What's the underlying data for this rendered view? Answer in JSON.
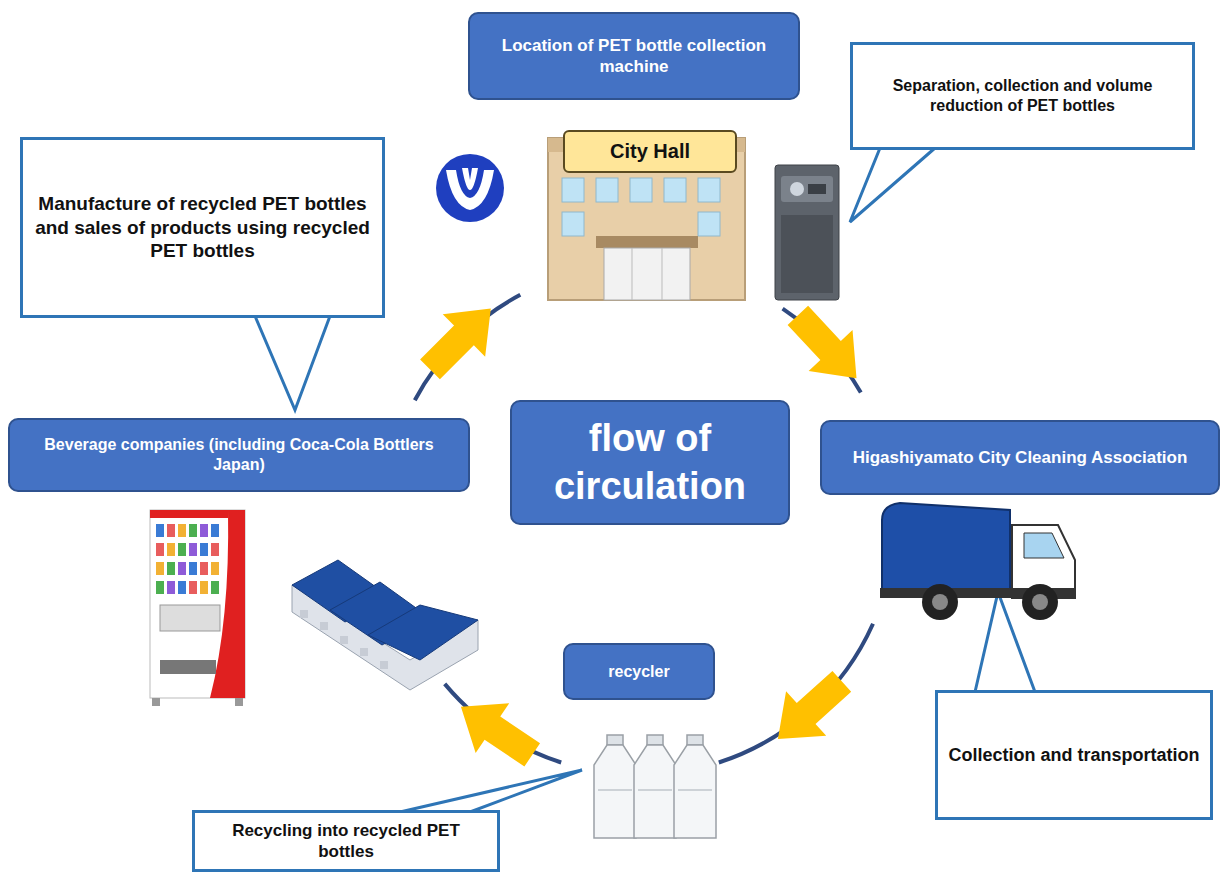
{
  "diagram": {
    "nodes": [
      {
        "text": [
          "Location of PET bottle collection machine"
        ]
      },
      {
        "text": [
          "City Hall"
        ]
      },
      {
        "text": [
          "Separation, collection and volume reduction of PET bottles"
        ]
      },
      {
        "text": [
          "Manufacture of recycled PET bottles and sales of products using recycled PET bottles"
        ]
      },
      {
        "text": [
          "flow of circulation"
        ]
      },
      {
        "text": [
          "Beverage companies (including Coca-Cola Bottlers Japan)"
        ]
      },
      {
        "text": [
          "Higashiyamato City Cleaning Association"
        ]
      },
      {
        "text": [
          "recycler"
        ]
      },
      {
        "text": [
          "Collection and transportation"
        ]
      },
      {
        "text": [
          "Recycling into recycled PET bottles"
        ]
      }
    ],
    "edges": [
      {
        "from": 1,
        "to": 6,
        "arrow": "to"
      },
      {
        "from": 6,
        "to": 7,
        "arrow": "to"
      },
      {
        "from": 7,
        "to": 5,
        "arrow": "to"
      },
      {
        "from": 5,
        "to": 1,
        "arrow": "to"
      }
    ]
  }
}
